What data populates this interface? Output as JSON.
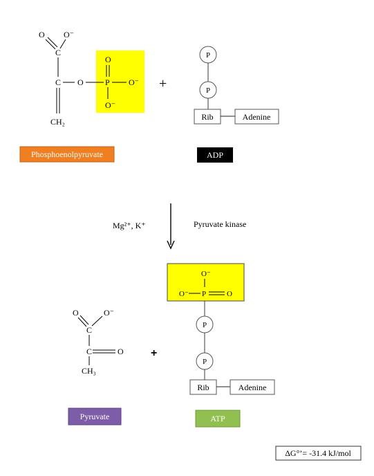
{
  "phosphoenolpyruvate": {
    "name": "Phosphoenolpyruvate",
    "atoms": {
      "o_carbonyl": "O",
      "o_minus": "O⁻",
      "c_top": "C",
      "c_mid": "C",
      "o_bridge": "O",
      "p": "P",
      "p_o_top": "O",
      "p_o_right": "O⁻",
      "p_o_bottom": "O⁻",
      "ch2": "CH₂"
    },
    "label_color": "#f07f22",
    "highlight_color": "#ffff00"
  },
  "plus_top": "+",
  "adp": {
    "name": "ADP",
    "phosphate_1": "P",
    "phosphate_2": "P",
    "rib": "Rib",
    "base": "Adenine",
    "label_color": "#000000"
  },
  "reaction": {
    "cofactors": "Mg²⁺, K⁺",
    "enzyme": "Pyruvate kinase"
  },
  "pyruvate": {
    "name": "Pyruvate",
    "atoms": {
      "o_carbonyl": "O",
      "o_minus": "O⁻",
      "c_top": "C",
      "c_mid": "C",
      "o_keto": "O",
      "ch3": "CH₃"
    },
    "label_color": "#7d5ca8"
  },
  "plus_bottom": "+",
  "atp": {
    "name": "ATP",
    "phosphate_group": {
      "o_top": "O⁻",
      "o_left": "O⁻",
      "p": "P",
      "o_right": "O"
    },
    "phosphate_1": "P",
    "phosphate_2": "P",
    "rib": "Rib",
    "base": "Adenine",
    "label_color": "#92c050",
    "highlight_color": "#ffff00"
  },
  "free_energy": "ΔG°’= -31.4 kJ/mol"
}
